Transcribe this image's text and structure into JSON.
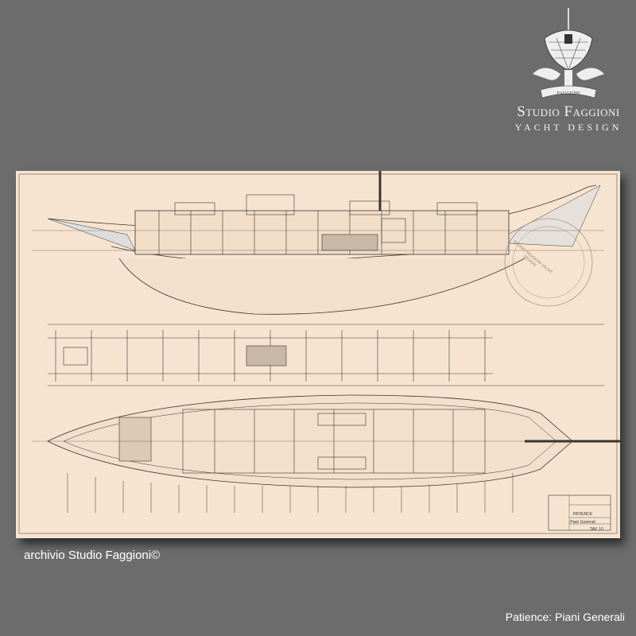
{
  "logo": {
    "banner_text": "FAGGIONI",
    "studio_name": "Studio Faggioni",
    "tagline": "YACHT DESIGN"
  },
  "drawing": {
    "title_block": {
      "boat_name": "PATIENCE",
      "sheet_title": "Piani Generali",
      "sheet_number": "TAV. 10"
    },
    "stamp_text": "STUDIO FAGGIONI YACHT DESIGN"
  },
  "captions": {
    "archive": "archivio Studio Faggioni©",
    "title": "Patience: Piani Generali"
  },
  "colors": {
    "background": "#6c6c6c",
    "paper": "#f6e4d0",
    "ink": "#3a3530"
  }
}
